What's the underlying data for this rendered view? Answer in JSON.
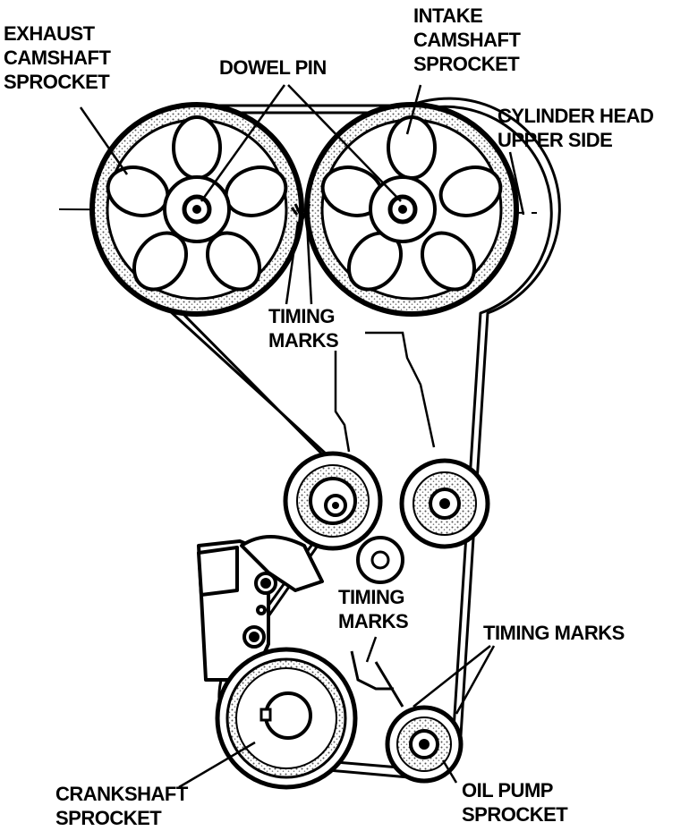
{
  "labels": {
    "exhaust_sprocket": [
      "EXHAUST",
      "CAMSHAFT",
      "SPROCKET"
    ],
    "dowel_pin": "DOWEL PIN",
    "intake_sprocket": [
      "INTAKE",
      "CAMSHAFT",
      "SPROCKET"
    ],
    "cylinder_head": [
      "CYLINDER HEAD",
      "UPPER SIDE"
    ],
    "timing_marks_top": [
      "TIMING",
      "MARKS"
    ],
    "timing_marks_mid": [
      "TIMING",
      "MARKS"
    ],
    "timing_marks_right": "TIMING MARKS",
    "crankshaft_sprocket": [
      "CRANKSHAFT",
      "SPROCKET"
    ],
    "oil_pump_sprocket": [
      "OIL PUMP",
      "SPROCKET"
    ]
  },
  "colors": {
    "ink": "#000000",
    "paper": "#ffffff",
    "belt_shade": "#9a9a9a"
  }
}
